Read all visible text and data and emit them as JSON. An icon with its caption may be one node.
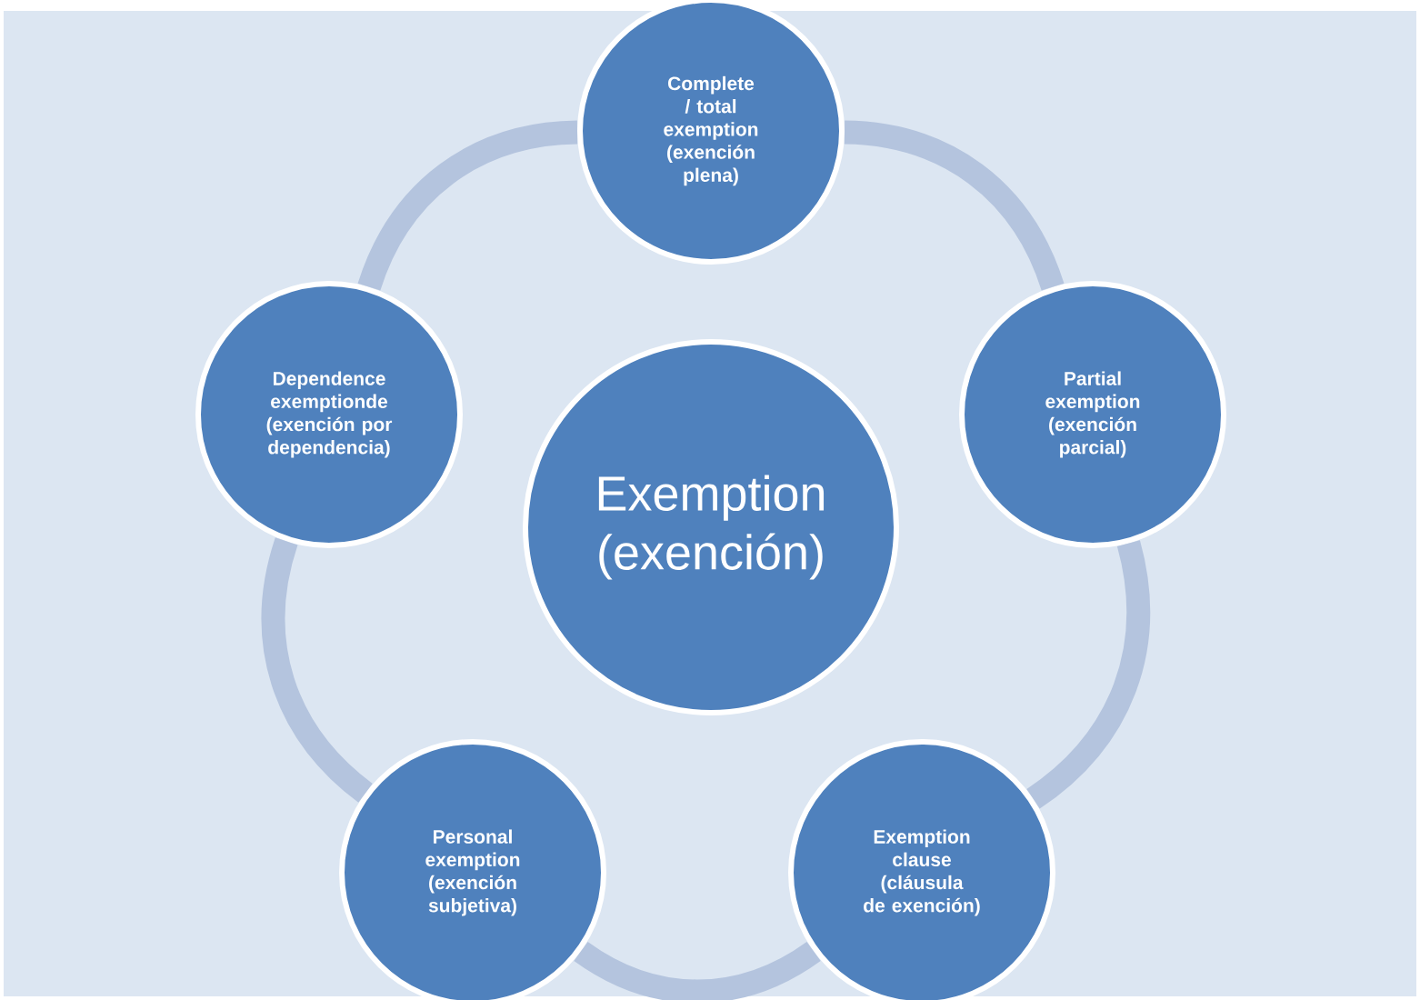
{
  "diagram": {
    "nodes": [
      {
        "text": [
          "Exemption (exención)"
        ]
      },
      {
        "text": [
          "Complete / total exemption (exención plena)"
        ]
      },
      {
        "text": [
          "Partial exemption (exención parcial)"
        ]
      },
      {
        "text": [
          "Exemption clause (cláusula de exención)"
        ]
      },
      {
        "text": [
          "Personal exemption (exención subjetiva)"
        ]
      },
      {
        "text": [
          "Dependence exemptionde (exención por dependencia)"
        ]
      }
    ],
    "edges": [
      {
        "from": 1,
        "to": 2,
        "arrow": "none"
      },
      {
        "from": 2,
        "to": 3,
        "arrow": "none"
      },
      {
        "from": 3,
        "to": 4,
        "arrow": "none"
      },
      {
        "from": 4,
        "to": 5,
        "arrow": "none"
      },
      {
        "from": 5,
        "to": 1,
        "arrow": "none"
      }
    ]
  }
}
